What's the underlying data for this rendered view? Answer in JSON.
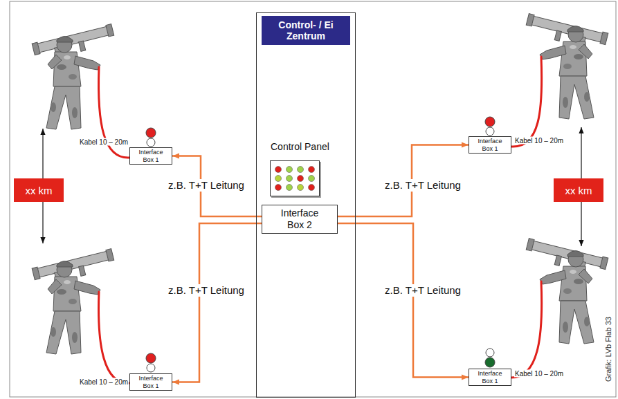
{
  "diagram": {
    "nodes": [
      {
        "text": [
          "Control- / Ei Zentrum"
        ]
      },
      {
        "text": [
          "Control Panel"
        ],
        "in": 0
      },
      {
        "text": [
          "Interface Box 2"
        ],
        "in": 0
      },
      {
        "text": [
          "Interface Box 1"
        ]
      },
      {
        "text": [
          "Interface Box 1"
        ]
      },
      {
        "text": [
          "Interface Box 1"
        ]
      },
      {
        "text": [
          "Interface Box 1"
        ]
      }
    ],
    "edges": [
      {
        "from": 2,
        "to": 3,
        "arrow": "to",
        "label": "z.B. T+T Leitung"
      },
      {
        "from": 2,
        "to": 4,
        "arrow": "to",
        "label": "z.B. T+T Leitung"
      },
      {
        "from": 2,
        "to": 5,
        "arrow": "to",
        "label": "z.B. T+T Leitung"
      },
      {
        "from": 2,
        "to": 6,
        "arrow": "to",
        "label": "z.B. T+T Leitung"
      }
    ],
    "labels": [
      "Kabel 10 – 20m",
      "Kabel 10 – 20m",
      "Kabel 10 – 20m",
      "Kabel 10 – 20m",
      "xx km",
      "xx km",
      "Grafik: LVb Flab 33"
    ]
  }
}
